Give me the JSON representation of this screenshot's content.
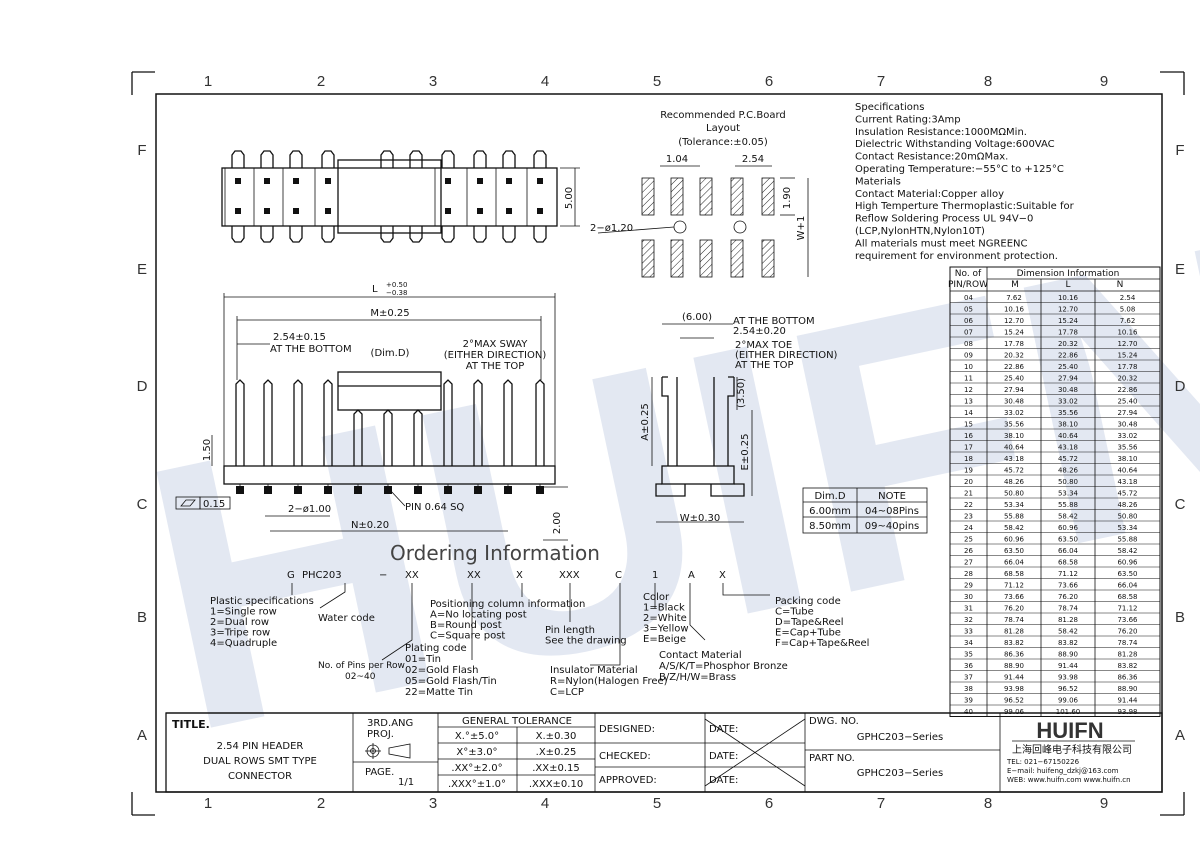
{
  "zones": {
    "top": [
      "1",
      "2",
      "3",
      "4",
      "5",
      "6",
      "7",
      "8",
      "9"
    ],
    "side": [
      "F",
      "E",
      "D",
      "C",
      "B",
      "A"
    ]
  },
  "watermark": "HUIFN",
  "pcb_layout": {
    "title_1": "Recommended  P.C.Board",
    "title_2": "Layout",
    "title_3": "(Tolerance:±0.05)",
    "dim_pitch_small": "1.04",
    "dim_pitch": "2.54",
    "dim_hole": "2−ø1.20",
    "dim_pad": "1.90",
    "dim_w": "W+1"
  },
  "specifications": {
    "lines": [
      "Specifications",
      "Current  Rating:3Amp",
      "Insulation  Resistance:1000MΩMin.",
      "Dielectric  Withstanding  Voltage:600VAC",
      "Contact  Resistance:20mΩMax.",
      "Operating  Temperature:−55°C  to  +125°C",
      "Materials",
      "Contact  Material:Copper  alloy",
      "High  Temperture  Thermoplastic:Suitable  for",
      "Reflow  Soldering  Process  UL  94V−0",
      "(LCP,NylonHTN,Nylon10T)",
      "All  materials  must  meet  NGREENC",
      "requirement  for  environment  protection."
    ]
  },
  "top_view": {
    "dim_height": "5.00"
  },
  "front_view": {
    "dim_L": "L",
    "dim_L_tol_plus": "+0.50",
    "dim_L_tol_minus": "−0.38",
    "dim_M": "M±0.25",
    "dim_pitch": "2.54±0.15",
    "at_bottom": "AT THE BOTTOM",
    "dim_D": "(Dim.D)",
    "sway_1": "2°MAX SWAY",
    "sway_2": "(EITHER DIRECTION)",
    "sway_3": "AT THE TOP",
    "dim_150": "1.50",
    "dim_015": "0.15",
    "dim_hole": "2−ø1.00",
    "pin_sq": "PIN  0.64  SQ",
    "dim_N": "N±0.20",
    "dim_200": "2.00"
  },
  "side_view": {
    "dim_600": "(6.00)",
    "at_bottom": "AT THE BOTTOM",
    "dim_pitch": "2.54±0.20",
    "toe_1": "2°MAX  TOE",
    "toe_2": "(EITHER DIRECTION)",
    "toe_3": "AT  THE  TOP",
    "dim_350": "(3.50)",
    "dim_A": "A±0.25",
    "dim_E": "E±0.25",
    "dim_W": "W±0.30"
  },
  "dim_d_table": {
    "headers": [
      "Dim.D",
      "NOTE"
    ],
    "rows": [
      [
        "6.00mm",
        "04~08Pins"
      ],
      [
        "8.50mm",
        "09~40pins"
      ]
    ]
  },
  "dimension_table": {
    "col_no_1": "No. of",
    "col_no_2": "PIN/ROW",
    "header": "Dimension  Information",
    "cols": [
      "M",
      "L",
      "N"
    ],
    "rows": [
      [
        "04",
        "7.62",
        "10.16",
        "2.54"
      ],
      [
        "05",
        "10.16",
        "12.70",
        "5.08"
      ],
      [
        "06",
        "12.70",
        "15.24",
        "7.62"
      ],
      [
        "07",
        "15.24",
        "17.78",
        "10.16"
      ],
      [
        "08",
        "17.78",
        "20.32",
        "12.70"
      ],
      [
        "09",
        "20.32",
        "22.86",
        "15.24"
      ],
      [
        "10",
        "22.86",
        "25.40",
        "17.78"
      ],
      [
        "11",
        "25.40",
        "27.94",
        "20.32"
      ],
      [
        "12",
        "27.94",
        "30.48",
        "22.86"
      ],
      [
        "13",
        "30.48",
        "33.02",
        "25.40"
      ],
      [
        "14",
        "33.02",
        "35.56",
        "27.94"
      ],
      [
        "15",
        "35.56",
        "38.10",
        "30.48"
      ],
      [
        "16",
        "38.10",
        "40.64",
        "33.02"
      ],
      [
        "17",
        "40.64",
        "43.18",
        "35.56"
      ],
      [
        "18",
        "43.18",
        "45.72",
        "38.10"
      ],
      [
        "19",
        "45.72",
        "48.26",
        "40.64"
      ],
      [
        "20",
        "48.26",
        "50.80",
        "43.18"
      ],
      [
        "21",
        "50.80",
        "53.34",
        "45.72"
      ],
      [
        "22",
        "53.34",
        "55.88",
        "48.26"
      ],
      [
        "23",
        "55.88",
        "58.42",
        "50.80"
      ],
      [
        "24",
        "58.42",
        "60.96",
        "53.34"
      ],
      [
        "25",
        "60.96",
        "63.50",
        "55.88"
      ],
      [
        "26",
        "63.50",
        "66.04",
        "58.42"
      ],
      [
        "27",
        "66.04",
        "68.58",
        "60.96"
      ],
      [
        "28",
        "68.58",
        "71.12",
        "63.50"
      ],
      [
        "29",
        "71.12",
        "73.66",
        "66.04"
      ],
      [
        "30",
        "73.66",
        "76.20",
        "68.58"
      ],
      [
        "31",
        "76.20",
        "78.74",
        "71.12"
      ],
      [
        "32",
        "78.74",
        "81.28",
        "73.66"
      ],
      [
        "33",
        "81.28",
        "58.42",
        "76.20"
      ],
      [
        "34",
        "83.82",
        "83.82",
        "78.74"
      ],
      [
        "35",
        "86.36",
        "88.90",
        "81.28"
      ],
      [
        "36",
        "88.90",
        "91.44",
        "83.82"
      ],
      [
        "37",
        "91.44",
        "93.98",
        "86.36"
      ],
      [
        "38",
        "93.98",
        "96.52",
        "88.90"
      ],
      [
        "39",
        "96.52",
        "99.06",
        "91.44"
      ],
      [
        "40",
        "99.06",
        "101.60",
        "93.98"
      ]
    ]
  },
  "ordering": {
    "title": "Ordering  Information",
    "code": [
      "G",
      "PHC203",
      "−",
      "XX",
      "XX",
      "X",
      "XXX",
      "C",
      "1",
      "A",
      "X"
    ],
    "plastic": [
      "Plastic  specifications",
      "1=Single  row",
      "2=Dual  row",
      "3=Tripe  row",
      "4=Quadruple"
    ],
    "water": "Water  code",
    "pins_per_row_1": "No.  of  Pins  per  Row",
    "pins_per_row_2": "02~40",
    "plating": [
      "Plating  code",
      "01=Tin",
      "02=Gold  Flash",
      "05=Gold  Flash/Tin",
      "22=Matte  Tin"
    ],
    "positioning": [
      "Positioning  column  information",
      "A=No  locating  post",
      "B=Round  post",
      "C=Square  post"
    ],
    "pin_length": [
      "Pin  length",
      "See  the  drawing"
    ],
    "insulator": [
      "Insulator  Material",
      "R=Nylon(Halogen  Free)",
      "C=LCP"
    ],
    "color": [
      "Color",
      "1=Black",
      "2=White",
      "3=Yellow",
      "E=Beige"
    ],
    "contact": [
      "Contact  Material",
      "A/S/K/T=Phosphor  Bronze",
      "B/Z/H/W=Brass"
    ],
    "packing": [
      "Packing  code",
      "C=Tube",
      "D=Tape&Reel",
      "E=Cap+Tube",
      "F=Cap+Tape&Reel"
    ]
  },
  "title_block": {
    "title_label": "TITLE.",
    "title_lines": [
      "2.54  PIN  HEADER",
      "DUAL  ROWS  SMT  TYPE",
      "CONNECTOR"
    ],
    "projection_1": "3RD.ANG",
    "projection_2": "PROJ.",
    "page_label": "PAGE.",
    "page_value": "1/1",
    "tolerance_header": "GENERAL   TOLERANCE",
    "tolerance_rows": [
      [
        "X.°±5.0°",
        "X.±0.30"
      ],
      [
        "X°±3.0°",
        ".X±0.25"
      ],
      [
        ".XX°±2.0°",
        ".XX±0.15"
      ],
      [
        ".XXX°±1.0°",
        ".XXX±0.10"
      ]
    ],
    "designed": "DESIGNED:",
    "checked": "CHECKED:",
    "approved": "APPROVED:",
    "date": "DATE:",
    "dwg_no_label": "DWG.  NO.",
    "dwg_no": "GPHC203−Series",
    "part_no_label": "PART  NO.",
    "part_no": "GPHC203−Series",
    "company_logo": "HUIFN",
    "company_cn": "上海回峰电子科技有限公司",
    "tel": "TEL:  021−67150226",
    "email": "E−mail:  huifeng_dzkj@163.com",
    "web": "WEB:  www.huifn.com   www.huifn.cn"
  }
}
